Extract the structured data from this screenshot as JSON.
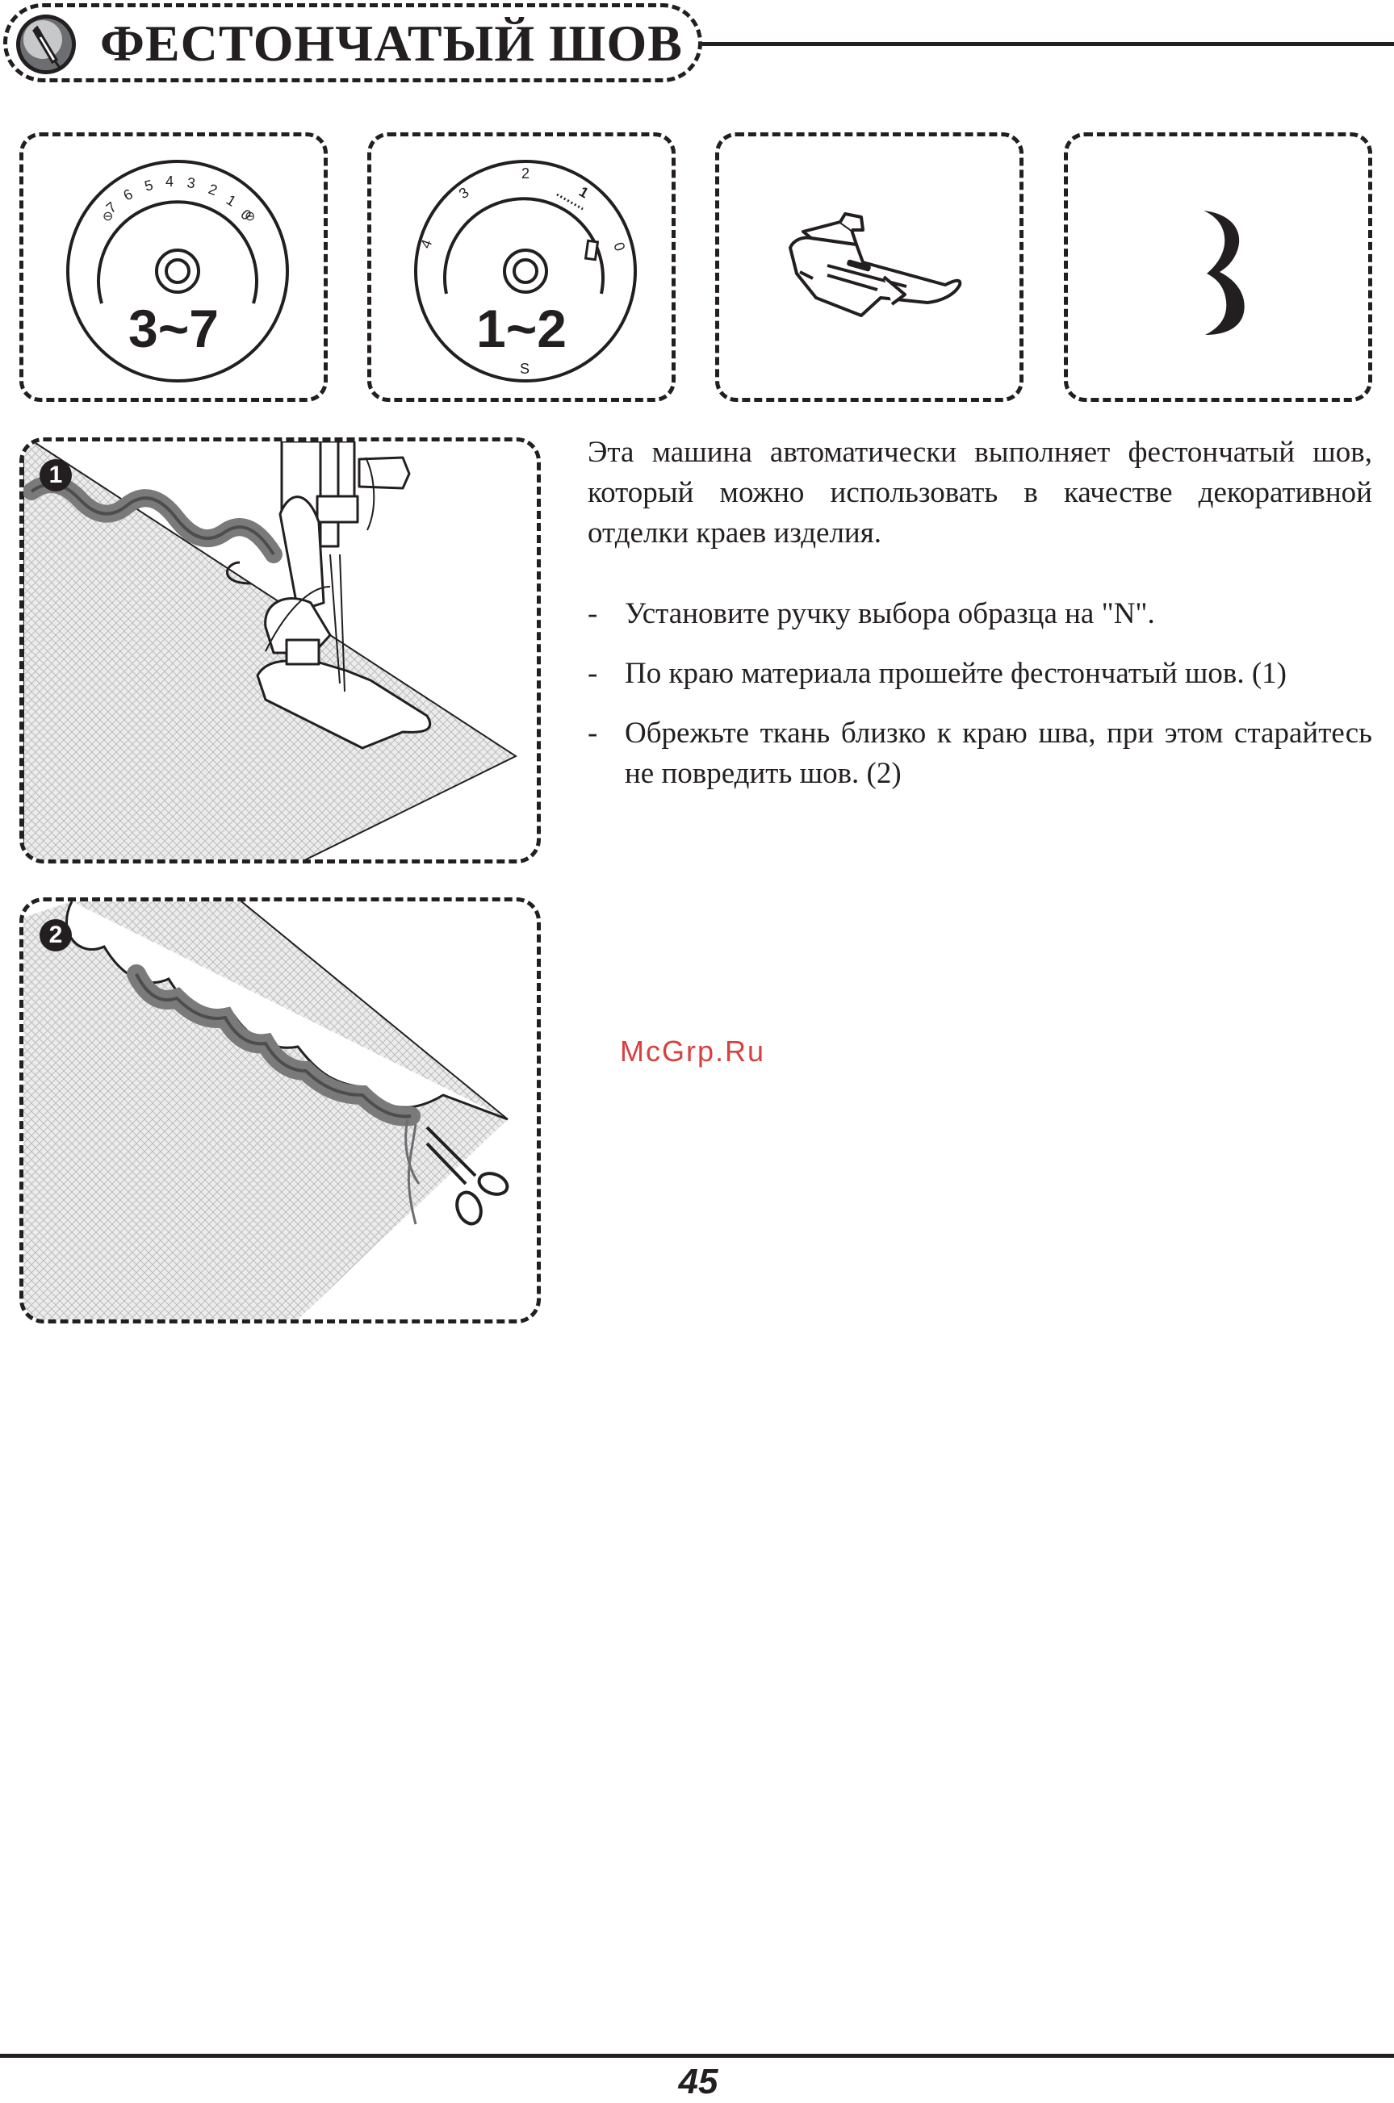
{
  "header": {
    "title": "ФЕСТОНЧАТЫЙ ШОВ",
    "icon": "sewing-needle-icon"
  },
  "settings": {
    "stitch_length_dial": {
      "scale": [
        "7",
        "6",
        "5",
        "4",
        "3",
        "2",
        "1",
        "0"
      ],
      "value": "3~7"
    },
    "stitch_width_dial": {
      "scale": [
        "4",
        "3",
        "2",
        "1",
        "0"
      ],
      "mark": "S",
      "value": "1~2"
    },
    "presser_foot": {
      "icon": "zigzag-presser-foot-icon"
    },
    "stitch_pattern": {
      "icon": "scallop-stitch-symbol-icon"
    }
  },
  "illustrations": [
    {
      "step": "1",
      "icon": "sewing-scallop-stitch-illustration"
    },
    {
      "step": "2",
      "icon": "trimming-fabric-with-scissors-illustration"
    }
  ],
  "content": {
    "intro": "Эта машина автоматически выполняет фестончатый шов, который можно использовать в качестве декоративной отделки краев изделия.",
    "bullets": [
      {
        "dash": "-",
        "text": "Установите ручку выбора образца на  \"N\"."
      },
      {
        "dash": "-",
        "text": "По краю материала прошейте фестончатый шов. (1)"
      },
      {
        "dash": "-",
        "text": "Обрежьте ткань близко к краю шва, при этом старайтесь не повредить шов. (2)"
      }
    ]
  },
  "watermark": "McGrp.Ru",
  "footer": {
    "page_number": "45"
  }
}
